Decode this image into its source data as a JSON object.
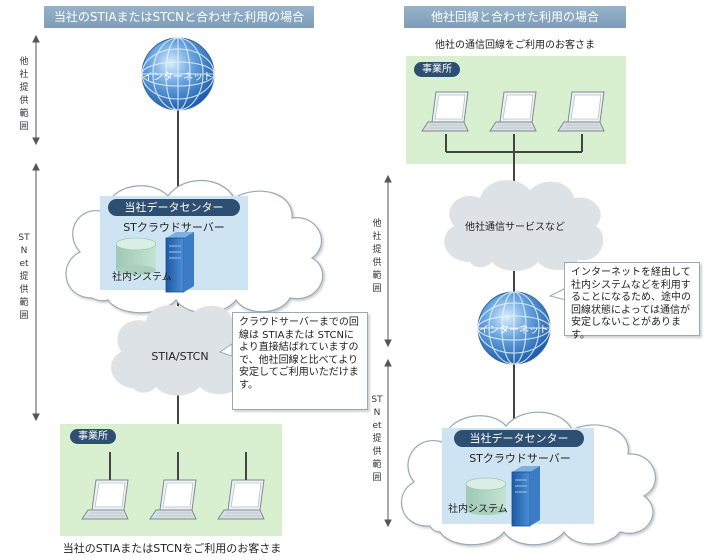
{
  "left": {
    "title": "当社のSTIAまたはSTCNと合わせた利用の場合",
    "side_label_top": "他社提供範囲",
    "side_label_bottom": "STNet提供範囲",
    "internet_label": "インターネット",
    "datacenter_label": "当社データセンター",
    "server_label": "STクラウドサーバー",
    "system_label": "社内システム",
    "network_label": "STIA/STCN",
    "callout_text": "クラウドサーバーまでの回線は STIAまたは STCNにより直接結ばれていますので、他社回線と比べてより安定してご利用いただけます。",
    "office_label": "事業所",
    "caption": "当社のSTIAまたはSTCNをご利用のお客さま"
  },
  "right": {
    "title": "他社回線と合わせた利用の場合",
    "caption": "他社の通信回線をご利用のお客さま",
    "office_label": "事業所",
    "side_label_top": "他社提供範囲",
    "side_label_bottom": "STNet提供範囲",
    "other_service_label": "他社通信サービスなど",
    "internet_label": "インターネット",
    "callout_text": "インターネットを経由して社内システムなどを利用することになるため、途中の回線状態によっては通信が安定しないことがあります。",
    "datacenter_label": "当社データセンター",
    "server_label": "STクラウドサーバー",
    "system_label": "社内システム"
  },
  "colors": {
    "title_bg": "#8aa7c1",
    "label_bg": "#2d4f72",
    "office_bg": "#d9f0d0",
    "datacenter_bg": "#cfe4f2",
    "cloud_fill": "#dde2e7",
    "server_blue": "#2f6fb8",
    "globe_blue": "#3a78c4"
  },
  "icons": {
    "globe": "globe-icon",
    "laptop": "laptop-icon",
    "server": "server-icon",
    "database": "database-icon"
  }
}
